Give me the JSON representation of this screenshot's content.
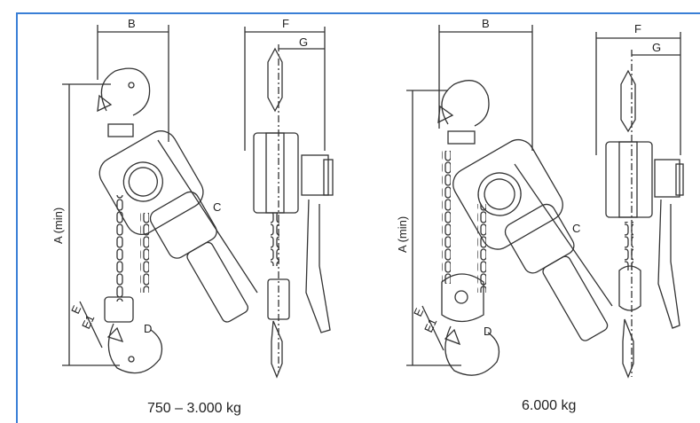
{
  "captions": {
    "left": "750 – 3.000 kg",
    "right": "6.000 kg"
  },
  "dimensions": {
    "A": "A (min)",
    "B": "B",
    "C": "C",
    "D": "D",
    "E": "E",
    "E1": "E1",
    "F": "F",
    "G": "G"
  },
  "colors": {
    "frame_border": "#3a7fd6",
    "line": "#333333"
  }
}
